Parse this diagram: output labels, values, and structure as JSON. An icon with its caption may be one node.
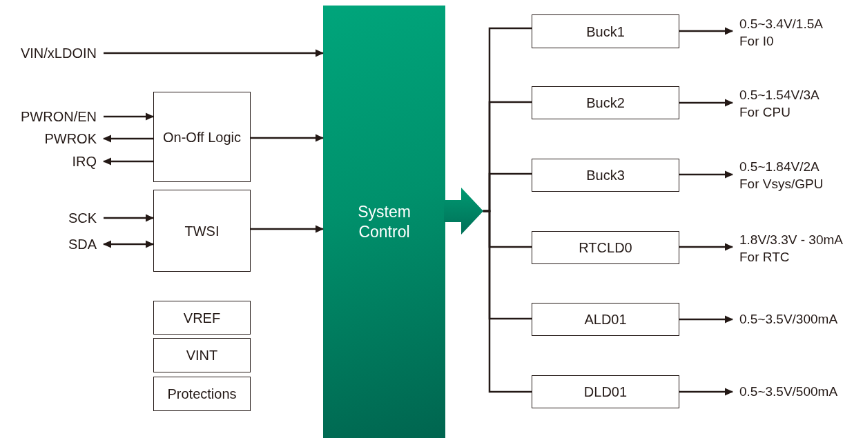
{
  "diagram": {
    "nodes": [
      {
        "text": [
          "VIN/xLDOIN"
        ]
      },
      {
        "text": [
          "PWRON/EN"
        ]
      },
      {
        "text": [
          "PWROK"
        ]
      },
      {
        "text": [
          "IRQ"
        ]
      },
      {
        "text": [
          "SCK"
        ]
      },
      {
        "text": [
          "SDA"
        ]
      },
      {
        "text": [
          "On-Off Logic"
        ]
      },
      {
        "text": [
          "TWSI"
        ]
      },
      {
        "text": [
          "VREF"
        ]
      },
      {
        "text": [
          "VINT"
        ]
      },
      {
        "text": [
          "Protections"
        ]
      },
      {
        "text": [
          "System Control"
        ]
      },
      {
        "text": [
          "Buck1"
        ]
      },
      {
        "text": [
          "Buck2"
        ]
      },
      {
        "text": [
          "Buck3"
        ]
      },
      {
        "text": [
          "RTCLD0"
        ]
      },
      {
        "text": [
          "ALD01"
        ]
      },
      {
        "text": [
          "DLD01"
        ]
      },
      {
        "text": [
          "0.5~3.4V/1.5A",
          "For I0"
        ]
      },
      {
        "text": [
          "0.5~1.54V/3A",
          "For CPU"
        ]
      },
      {
        "text": [
          "0.5~1.84V/2A",
          "For Vsys/GPU"
        ]
      },
      {
        "text": [
          "1.8V/3.3V - 30mA",
          "For RTC"
        ]
      },
      {
        "text": [
          "0.5~3.5V/300mA"
        ]
      },
      {
        "text": [
          "0.5~3.5V/500mA"
        ]
      }
    ],
    "edges": [
      {
        "from": 0,
        "to": 11,
        "arrow": "to"
      },
      {
        "from": 1,
        "to": 6,
        "arrow": "to"
      },
      {
        "from": 6,
        "to": 2,
        "arrow": "to"
      },
      {
        "from": 6,
        "to": 3,
        "arrow": "to"
      },
      {
        "from": 6,
        "to": 11,
        "arrow": "to"
      },
      {
        "from": 4,
        "to": 7,
        "arrow": "to"
      },
      {
        "from": 5,
        "to": 7,
        "arrow": "both"
      },
      {
        "from": 7,
        "to": 11,
        "arrow": "to"
      },
      {
        "from": 11,
        "to": null,
        "arrow": "to"
      },
      {
        "from": null,
        "to": 12,
        "arrow": "none"
      },
      {
        "from": null,
        "to": 13,
        "arrow": "none"
      },
      {
        "from": null,
        "to": 14,
        "arrow": "none"
      },
      {
        "from": null,
        "to": 15,
        "arrow": "none"
      },
      {
        "from": null,
        "to": 16,
        "arrow": "none"
      },
      {
        "from": null,
        "to": 17,
        "arrow": "none"
      },
      {
        "from": 12,
        "to": 18,
        "arrow": "to"
      },
      {
        "from": 13,
        "to": 19,
        "arrow": "to"
      },
      {
        "from": 14,
        "to": 20,
        "arrow": "to"
      },
      {
        "from": 15,
        "to": 21,
        "arrow": "to"
      },
      {
        "from": 16,
        "to": 22,
        "arrow": "to"
      },
      {
        "from": 17,
        "to": 23,
        "arrow": "to"
      }
    ]
  }
}
